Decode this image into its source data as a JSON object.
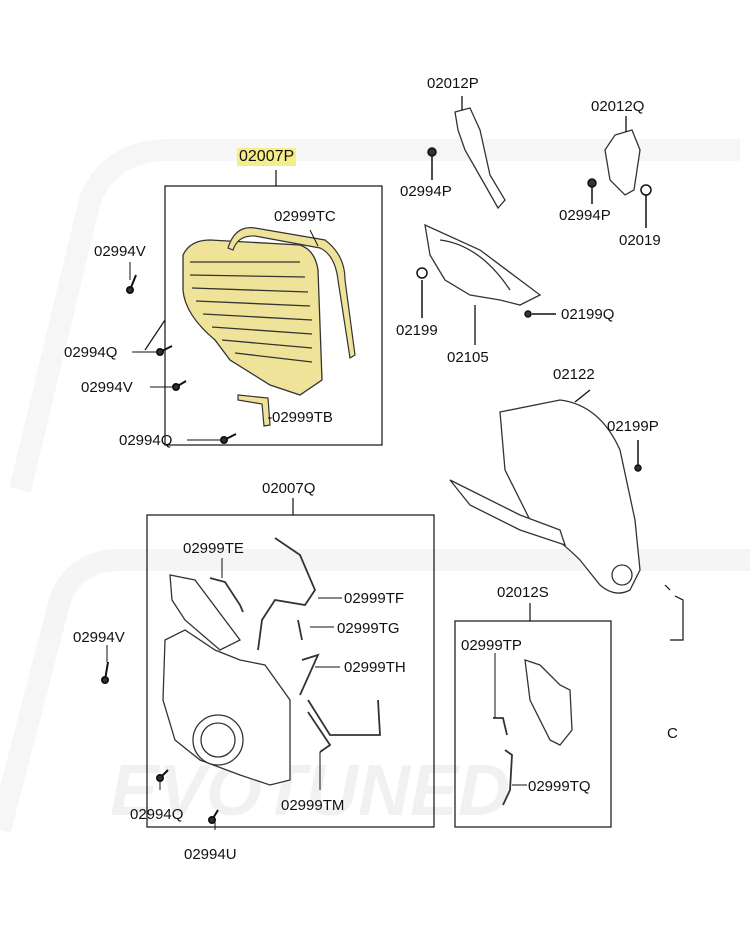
{
  "watermark": "EVOTUNED",
  "highlight_color": "#f5ec8a",
  "part_fill_color": "#efe39a",
  "labels": {
    "p02007P": "02007P",
    "p02999TC": "02999TC",
    "p02994V_top": "02994V",
    "p02994Q_a": "02994Q",
    "p02994V_mid": "02994V",
    "p02999TB": "02999TB",
    "p02994Q_b": "02994Q",
    "p02012P": "02012P",
    "p02994P_a": "02994P",
    "p02012Q": "02012Q",
    "p02994P_b": "02994P",
    "p02019": "02019",
    "p02199": "02199",
    "p02199Q": "02199Q",
    "p02105": "02105",
    "p02122": "02122",
    "p02199P": "02199P",
    "p02007Q": "02007Q",
    "p02999TE": "02999TE",
    "p02999TF": "02999TF",
    "p02999TG": "02999TG",
    "p02994V_low": "02994V",
    "p02999TH": "02999TH",
    "p02999TM": "02999TM",
    "p02994Q_c": "02994Q",
    "p02994U": "02994U",
    "p02012S": "02012S",
    "p02999TP": "02999TP",
    "p02999TQ": "02999TQ",
    "pC": "C"
  }
}
